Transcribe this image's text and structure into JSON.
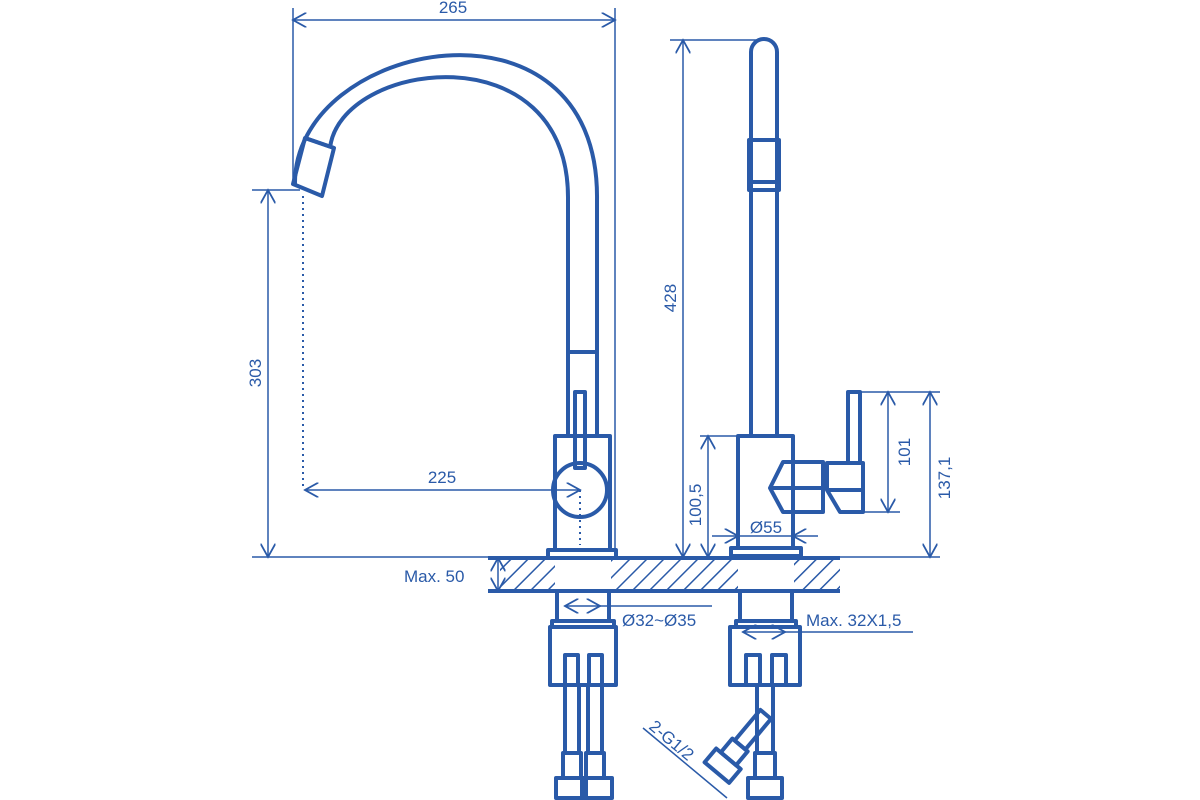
{
  "title": "Kitchen faucet dimension drawing",
  "color": "#2a5aa8",
  "dimensions": {
    "spout_reach_total": "265",
    "spout_height": "303",
    "spout_reach": "225",
    "total_height": "428",
    "lever_height": "101",
    "body_height": "100,5",
    "lever_top_height": "137,1",
    "base_diameter": "Ø55",
    "max_counter_thickness": "Max. 50",
    "hole_diameter": "Ø32~Ø35",
    "max_thread": "Max. 32X1,5",
    "hose_connection": "2-G1/2"
  }
}
